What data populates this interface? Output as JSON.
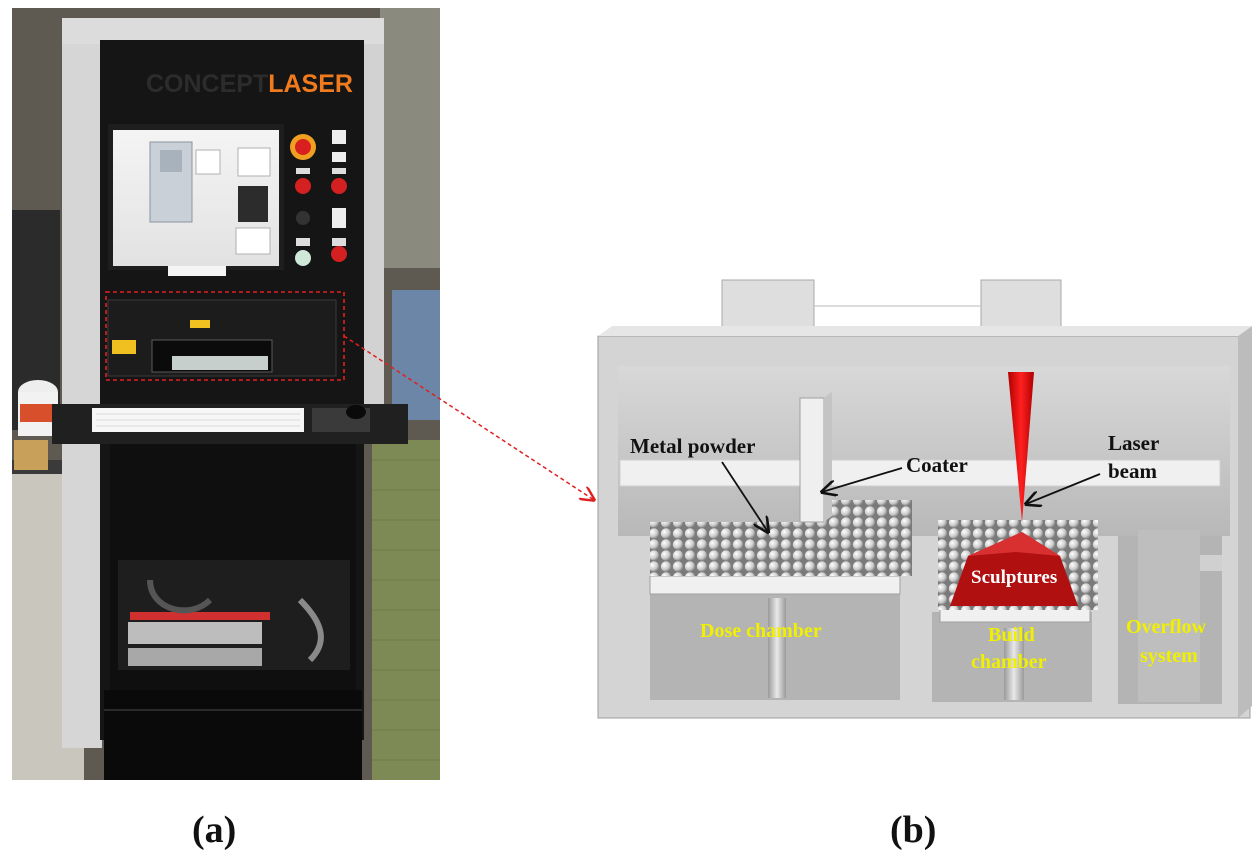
{
  "machine_photo": {
    "brand_part1": "CONCEPT",
    "brand_part2": "LASER",
    "brand_colors": {
      "concept": "#2c2c2c",
      "laser": "#f07a1e"
    },
    "highlight_color": "#e02020"
  },
  "schematic": {
    "labels": {
      "metal_powder": "Metal powder",
      "coater": "Coater",
      "laser_line1": "Laser",
      "laser_line2": "beam",
      "sculptures": "Sculptures",
      "dose_chamber": "Dose chamber",
      "build_line1": "Build",
      "build_line2": "chamber",
      "overflow_line1": "Overflow",
      "overflow_line2": "system"
    },
    "colors": {
      "chamber_label": "#f0f000",
      "laser": "#e01010",
      "sculpture": "#b01010"
    }
  },
  "panel_labels": {
    "a": "(a)",
    "b": "(b)"
  }
}
